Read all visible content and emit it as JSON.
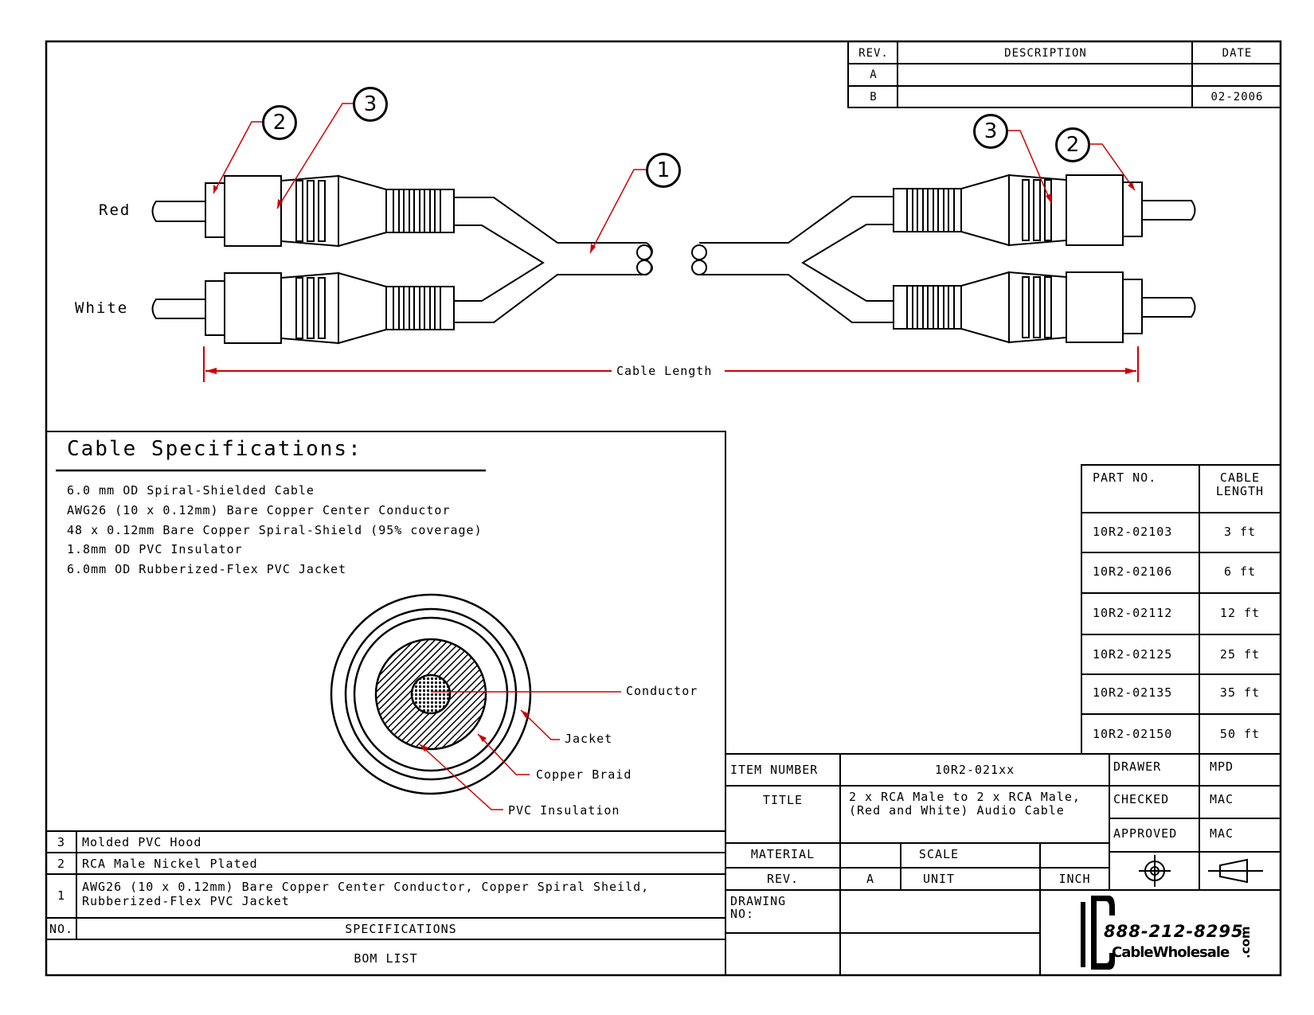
{
  "revision_block": {
    "headers": {
      "rev": "REV.",
      "description": "DESCRIPTION",
      "date": "DATE"
    },
    "rows": [
      {
        "rev": "A",
        "description": "",
        "date": ""
      },
      {
        "rev": "B",
        "description": "",
        "date": "02-2006"
      }
    ]
  },
  "diagram": {
    "label_red": "Red",
    "label_white": "White",
    "callout_1": "1",
    "callout_2": "2",
    "callout_3": "3",
    "dimension_label": "Cable Length",
    "line_color": "#cc0000"
  },
  "cable_specifications": {
    "title": "Cable Specifications:",
    "lines": [
      "6.0 mm OD Spiral-Shielded Cable",
      "AWG26 (10 x 0.12mm) Bare Copper Center Conductor",
      "48 x 0.12mm Bare Copper Spiral-Shield (95% coverage)",
      "1.8mm OD PVC Insulator",
      "6.0mm OD Rubberized-Flex PVC Jacket"
    ],
    "cross_section_labels": {
      "conductor": "Conductor",
      "jacket": "Jacket",
      "copper_braid": "Copper Braid",
      "pvc_insulation": "PVC Insulation"
    }
  },
  "bom": {
    "rows": [
      {
        "no": "3",
        "spec": "Molded PVC Hood"
      },
      {
        "no": "2",
        "spec": "RCA Male Nickel Plated"
      },
      {
        "no": "1",
        "spec_line1": "AWG26 (10 x 0.12mm) Bare Copper Center Conductor, Copper Spiral Sheild,",
        "spec_line2": "Rubberized-Flex PVC Jacket"
      }
    ],
    "header_no": "NO.",
    "header_spec": "SPECIFICATIONS",
    "footer": "BOM LIST"
  },
  "part_table": {
    "header_part": "PART NO.",
    "header_length_1": "CABLE",
    "header_length_2": "LENGTH",
    "rows": [
      {
        "part": "10R2-02103",
        "length": "3 ft"
      },
      {
        "part": "10R2-02106",
        "length": "6 ft"
      },
      {
        "part": "10R2-02112",
        "length": "12 ft"
      },
      {
        "part": "10R2-02125",
        "length": "25 ft"
      },
      {
        "part": "10R2-02135",
        "length": "35 ft"
      },
      {
        "part": "10R2-02150",
        "length": "50 ft"
      }
    ]
  },
  "title_block": {
    "item_number_label": "ITEM NUMBER",
    "item_number": "10R2-021xx",
    "title_label": "TITLE",
    "title_line1": "2 x RCA Male to 2 x RCA Male,",
    "title_line2": "(Red and White) Audio Cable",
    "material_label": "MATERIAL",
    "scale_label": "SCALE",
    "rev_label": "REV.",
    "rev_value": "A",
    "unit_label": "UNIT",
    "unit_value": "INCH",
    "drawing_no_label_1": "DRAWING",
    "drawing_no_label_2": "NO:",
    "drawer_label": "DRAWER",
    "drawer_value": "MPD",
    "checked_label": "CHECKED",
    "checked_value": "MAC",
    "approved_label": "APPROVED",
    "approved_value": "MAC"
  },
  "logo": {
    "phone": "888-212-8295",
    "brand": "CableWholesale",
    "suffix": ".com"
  }
}
